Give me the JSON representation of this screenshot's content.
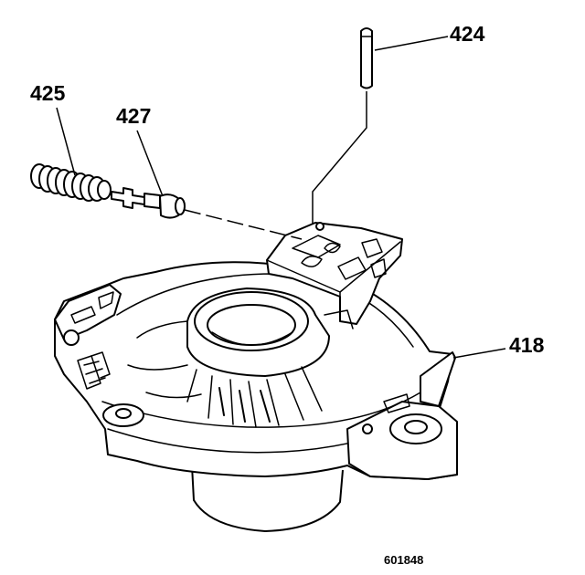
{
  "callouts": {
    "c424": "424",
    "c425": "425",
    "c427": "427",
    "c418": "418"
  },
  "figure_number": "601848"
}
